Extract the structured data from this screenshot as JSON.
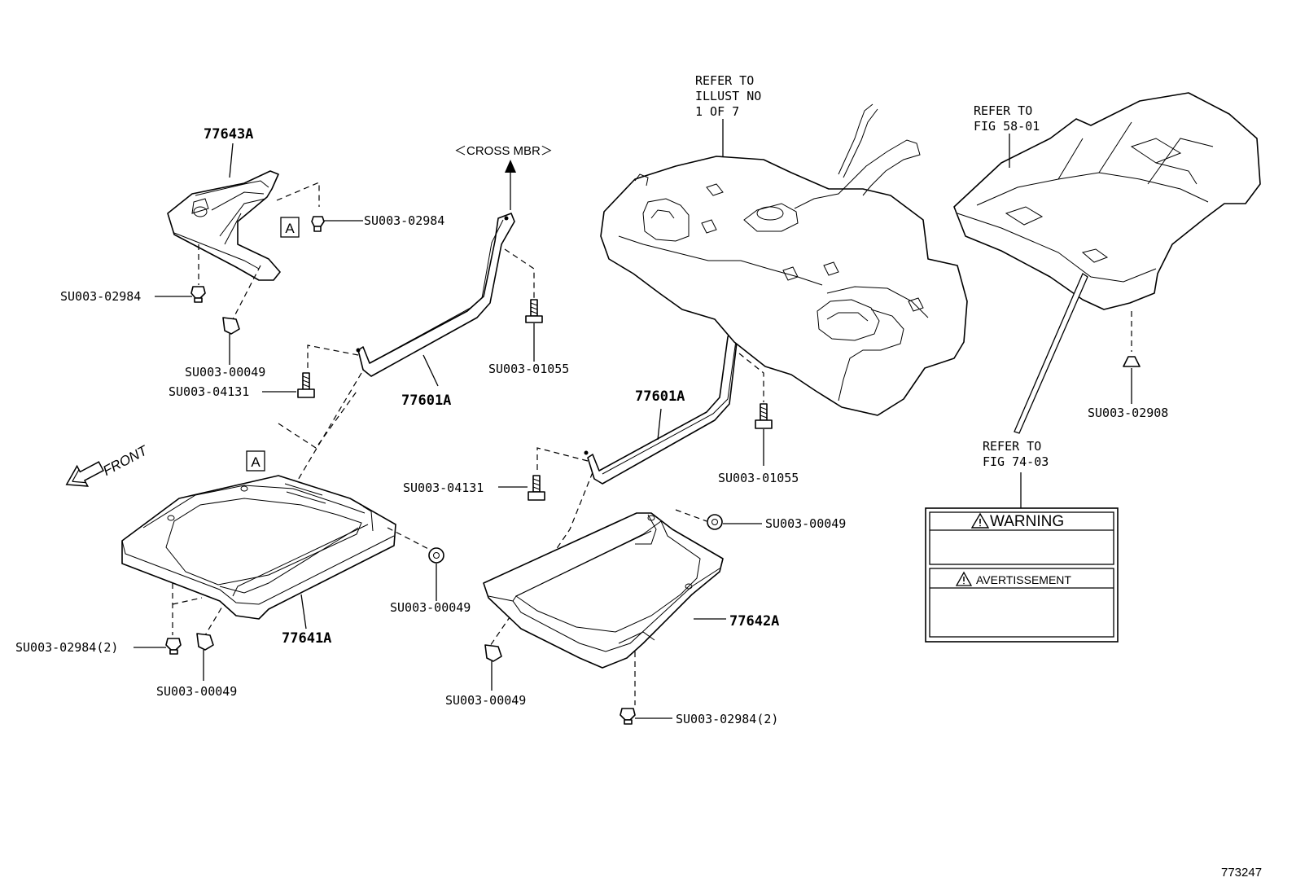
{
  "diagram_id": "773247",
  "cross_member": "＜CROSS MBR＞",
  "front_label": "FRONT",
  "view_marker": "A",
  "parts": {
    "p77643A": "77643A",
    "p77601A_left": "77601A",
    "p77601A_right": "77601A",
    "p77641A": "77641A",
    "p77642A": "77642A"
  },
  "fasteners": {
    "f_02984_top": "SU003-02984",
    "f_02984_left": "SU003-02984",
    "f_00049_top": "SU003-00049",
    "f_04131_left": "SU003-04131",
    "f_01055_left": "SU003-01055",
    "f_04131_mid": "SU003-04131",
    "f_01055_right": "SU003-01055",
    "f_00049_right_nut": "SU003-00049",
    "f_00049_mid_nut": "SU003-00049",
    "f_02984_2_left": "SU003-02984(2)",
    "f_00049_bottom_left": "SU003-00049",
    "f_00049_bottom_mid": "SU003-00049",
    "f_02984_2_right": "SU003-02984(2)",
    "f_02908": "SU003-02908"
  },
  "refer_tank": [
    "REFER TO",
    "ILLUST NO",
    "1 OF 7"
  ],
  "refer_floor": [
    "REFER TO",
    "FIG 58-01"
  ],
  "refer_label": [
    "REFER TO",
    "FIG 74-03"
  ],
  "warning_label": {
    "title": "WARNING",
    "subtitle": "AVERTISSEMENT"
  }
}
